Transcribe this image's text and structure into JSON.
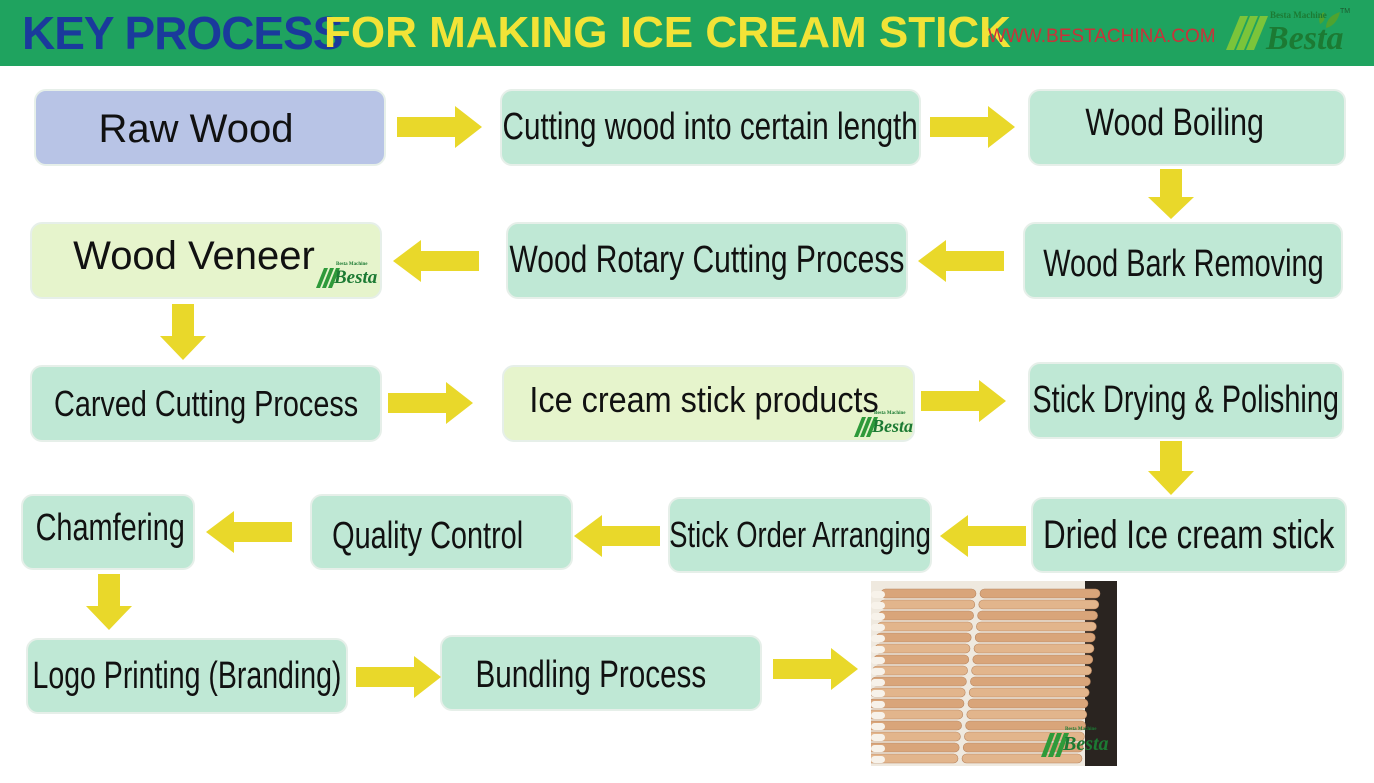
{
  "header": {
    "title_key": "KEY PROCESS",
    "title_rest": "FOR MAKING ICE CREAM STICK",
    "website": "WWW.BESTACHINA.COM",
    "logo": {
      "name": "Besta",
      "sub": "Besta Machine",
      "tm": "TM"
    }
  },
  "steps": [
    {
      "id": "raw-wood",
      "label": "Raw Wood"
    },
    {
      "id": "cutting-length",
      "label": "Cutting wood into certain length"
    },
    {
      "id": "wood-boiling",
      "label": "Wood Boiling"
    },
    {
      "id": "bark-removing",
      "label": "Wood Bark Removing"
    },
    {
      "id": "rotary-cutting",
      "label": "Wood Rotary Cutting Process"
    },
    {
      "id": "wood-veneer",
      "label": "Wood Veneer"
    },
    {
      "id": "carved-cutting",
      "label": "Carved Cutting Process"
    },
    {
      "id": "stick-products",
      "label": "Ice cream stick products"
    },
    {
      "id": "drying-polishing",
      "label": "Stick Drying & Polishing"
    },
    {
      "id": "dried-stick",
      "label": "Dried Ice cream stick"
    },
    {
      "id": "order-arranging",
      "label": "Stick Order Arranging"
    },
    {
      "id": "quality-control",
      "label": "Quality Control"
    },
    {
      "id": "chamfering",
      "label": "Chamfering"
    },
    {
      "id": "logo-printing",
      "label": "Logo Printing (Branding)"
    },
    {
      "id": "bundling",
      "label": "Bundling Process"
    }
  ],
  "colors": {
    "header_bg": "#1fa35f",
    "title_key": "#1a3a9c",
    "title_rest": "#f2e337",
    "website": "#c8333a",
    "box_mint": "#bfe8d5",
    "box_lavender": "#b8c4e6",
    "box_cream": "#e6f4cc",
    "arrow": "#e9d82a"
  },
  "photo": {
    "subject": "bundled wooden ice cream sticks"
  }
}
